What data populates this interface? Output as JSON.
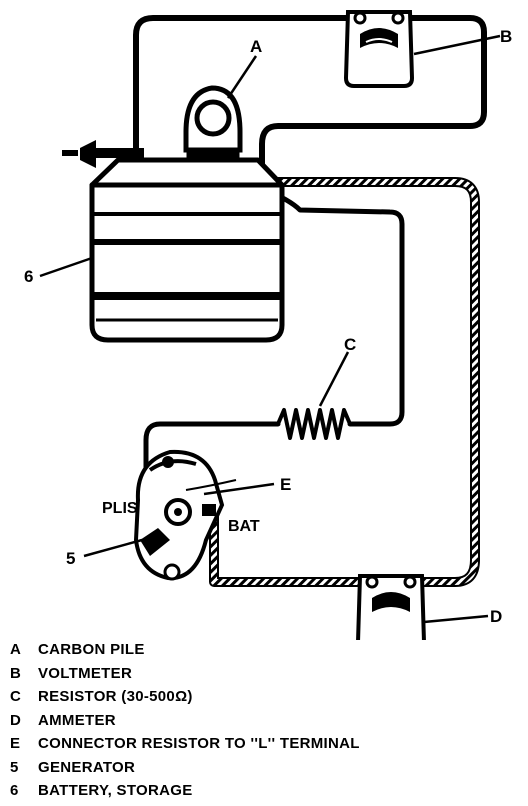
{
  "callouts": {
    "a": "A",
    "b": "B",
    "c": "C",
    "d": "D",
    "e": "E",
    "five": "5",
    "six": "6"
  },
  "terminals": {
    "plis": "PLIS",
    "bat": "BAT"
  },
  "legend": [
    {
      "key": "A",
      "text": "CARBON PILE"
    },
    {
      "key": "B",
      "text": "VOLTMETER"
    },
    {
      "key": "C",
      "text": "RESISTOR (30-500Ω)"
    },
    {
      "key": "D",
      "text": "AMMETER"
    },
    {
      "key": "E",
      "text": "CONNECTOR RESISTOR TO ''L'' TERMINAL"
    },
    {
      "key": "5",
      "text": "GENERATOR"
    },
    {
      "key": "6",
      "text": "BATTERY, STORAGE"
    }
  ]
}
